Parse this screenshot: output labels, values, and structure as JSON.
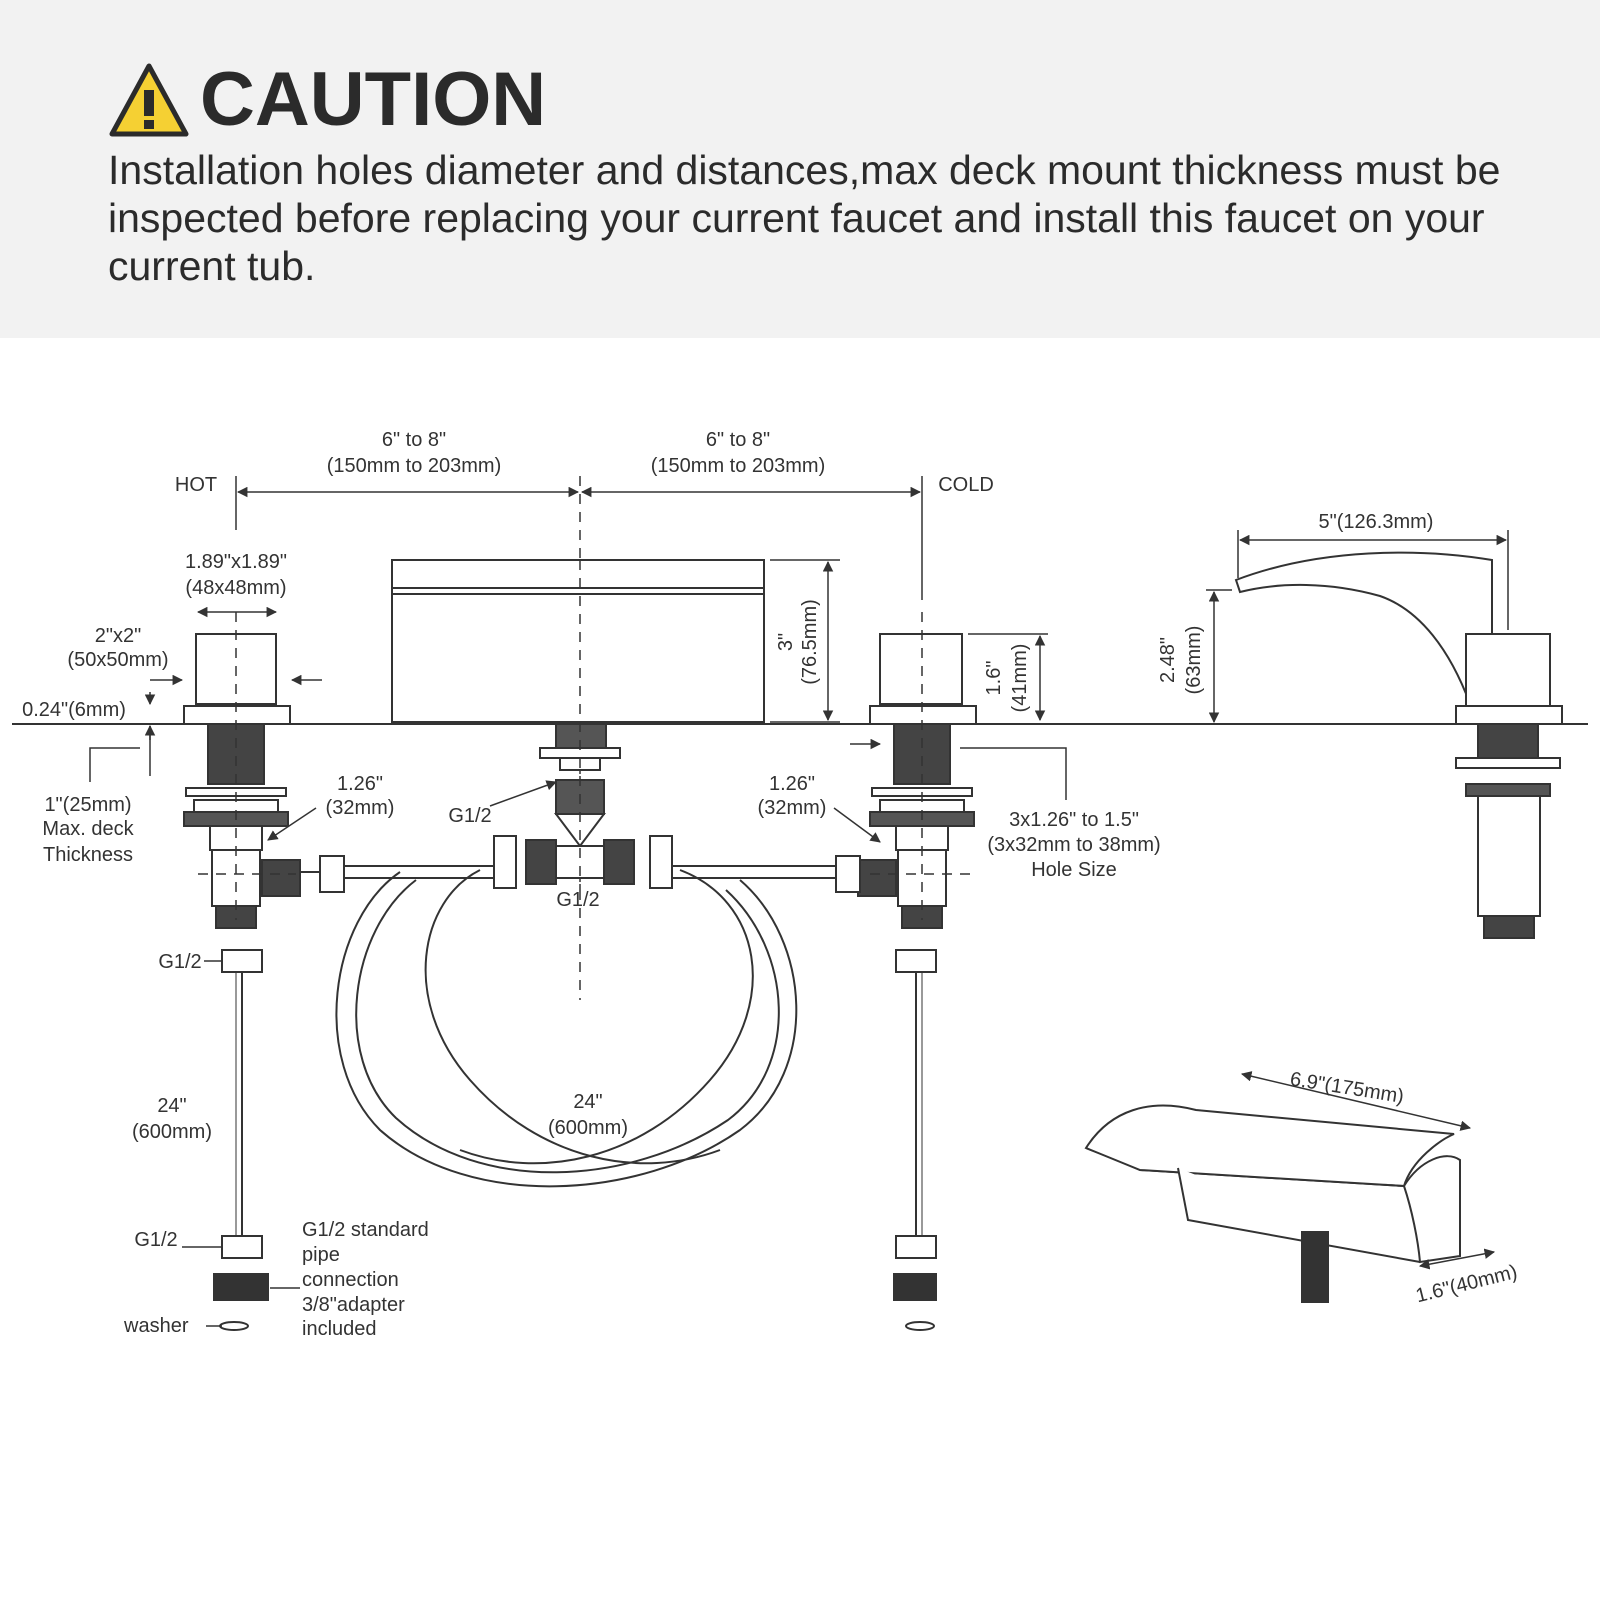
{
  "header": {
    "title": "CAUTION",
    "text": "Installation holes diameter and distances,max deck mount thickness must be inspected before replacing your current faucet and install this faucet on your current tub."
  },
  "labels": {
    "hot": "HOT",
    "cold": "COLD",
    "dist_left_1": "6\" to 8\"",
    "dist_left_2": "(150mm to 203mm)",
    "dist_right_1": "6\" to 8\"",
    "dist_right_2": "(150mm to 203mm)",
    "handle_size_1": "1.89\"x1.89\"",
    "handle_size_2": "(48x48mm)",
    "base_size_1": "2\"x2\"",
    "base_size_2": "(50x50mm)",
    "base_thick": "0.24\"(6mm)",
    "deck_1": "1\"(25mm)",
    "deck_2": "Max. deck",
    "deck_3": "Thickness",
    "valve_left_1": "1.26\"",
    "valve_left_2": "(32mm)",
    "valve_right_1": "1.26\"",
    "valve_right_2": "(32mm)",
    "g12_center_top": "G1/2",
    "g12_center_bottom": "G1/2",
    "g12_left_top": "G1/2",
    "g12_left_bottom": "G1/2",
    "spout_height_1": "3\"",
    "spout_height_2": "(76.5mm)",
    "handle_height_1": "1.6\"",
    "handle_height_2": "(41mm)",
    "hole_1": "3x1.26\" to 1.5\"",
    "hole_2": "(3x32mm to 38mm)",
    "hole_3": "Hole Size",
    "reach": "5\"(126.3mm)",
    "side_height_1": "2.48\"",
    "side_height_2": "(63mm)",
    "hose_left_1": "24\"",
    "hose_left_2": "(600mm)",
    "hose_center_1": "24\"",
    "hose_center_2": "(600mm)",
    "pipe_note_1": "G1/2 standard",
    "pipe_note_2": "pipe",
    "pipe_note_3": "connection",
    "pipe_note_4": "3/8\"adapter",
    "pipe_note_5": "included",
    "washer": "washer",
    "spout_width": "6.9\"(175mm)",
    "spout_depth": "1.6\"(40mm)"
  },
  "colors": {
    "banner": "#f2f2f2",
    "warning": "#f5d033",
    "line": "#333333"
  },
  "icons": {
    "caution": "warning-triangle-icon"
  }
}
